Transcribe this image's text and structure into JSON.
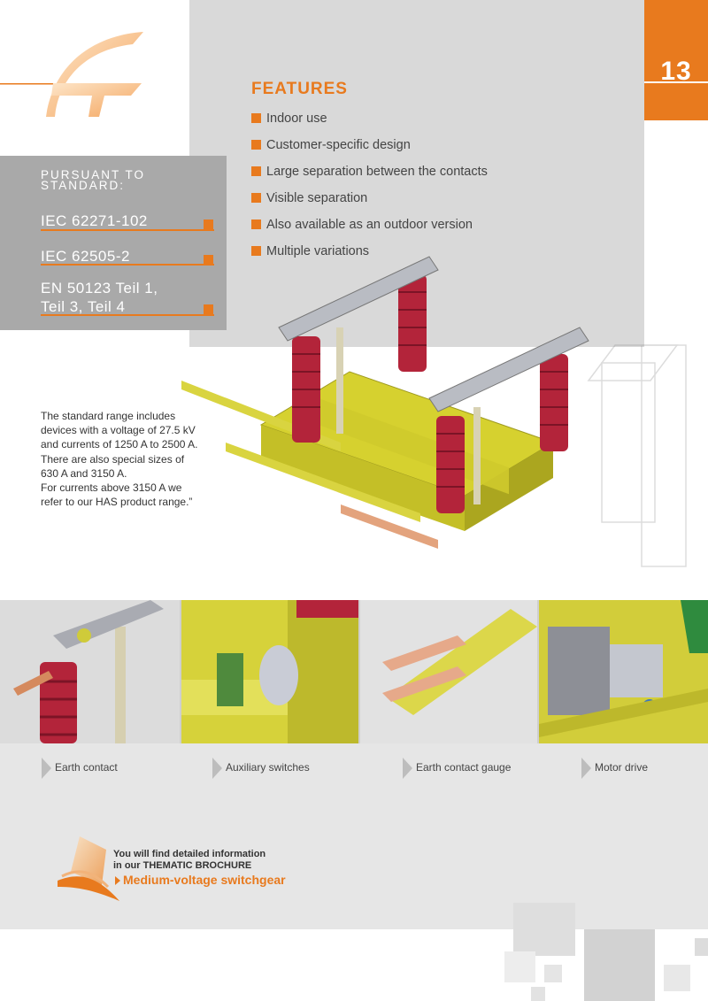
{
  "page": {
    "number": "13"
  },
  "colors": {
    "accent": "#e87a1e",
    "panel_gray": "#d9d9d9",
    "standards_gray": "#a9a9a9",
    "bottom_gray": "#e6e6e6"
  },
  "features": {
    "title": "FEATURES",
    "items": [
      "Indoor use",
      "Customer-specific design",
      "Large separation between the contacts",
      "Visible separation",
      "Also available as an outdoor version",
      "Multiple variations"
    ]
  },
  "standards": {
    "heading_line1": "PURSUANT TO",
    "heading_line2": "STANDARD:",
    "items": [
      {
        "text": "IEC 62271-102"
      },
      {
        "text": "IEC 62505-2"
      },
      {
        "text_line1": "EN 50123 Teil 1,",
        "text_line2": "Teil 3, Teil 4"
      }
    ]
  },
  "description": {
    "lines": [
      "The standard range includes",
      "devices with a voltage of 27.5 kV",
      "and currents of 1250 A to 2500 A.",
      "There are also special sizes of",
      "630 A and 3150 A.",
      "For currents above 3150 A we",
      "refer to our HAS product range.”"
    ]
  },
  "photos": [
    {
      "caption": "Earth contact",
      "icon": "earth-contact-photo"
    },
    {
      "caption": "Auxiliary switches",
      "icon": "auxiliary-switches-photo"
    },
    {
      "caption": "Earth contact gauge",
      "icon": "earth-contact-gauge-photo"
    },
    {
      "caption": "Motor drive",
      "icon": "motor-drive-photo"
    }
  ],
  "brochure": {
    "line1": "You will find detailed information",
    "line2": "in our THEMATIC BROCHURE",
    "link": "Medium-voltage switchgear"
  },
  "illustration": {
    "icon": "disconnector-switch-illustration"
  }
}
